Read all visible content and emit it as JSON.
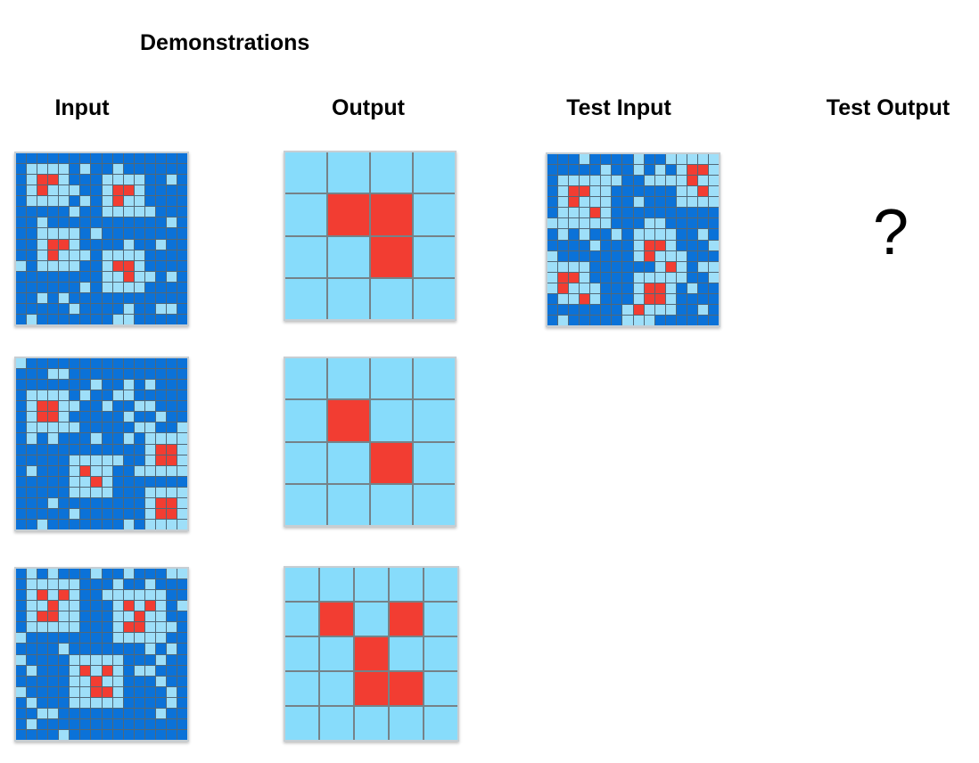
{
  "title": "Demonstrations",
  "column_headers": {
    "input": "Input",
    "output": "Output",
    "test_input": "Test Input",
    "test_output": "Test Output"
  },
  "test_output_placeholder": "?",
  "colors": {
    "dark_blue": "#0b72d8",
    "light_blue": "#9edff9",
    "output_light_blue": "#87dcfb",
    "red": "#f23d32",
    "input_grid_line": "#516878",
    "output_grid_line": "#758288",
    "grid_border": "#c6ced3"
  },
  "legend": {
    "0": "background",
    "1": "light-blue",
    "2": "red"
  },
  "grids": {
    "demo1_input": {
      "type": "input",
      "rows": [
        "0000000000000000",
        "0111101001000000",
        "0122100011110010",
        "0121110012210000",
        "0111101012110000",
        "0000010011111000",
        "0010000000000010",
        "0011110100000000",
        "0012210000100100",
        "0012111011110000",
        "1011110012210000",
        "0000000011211010",
        "0000001011110000",
        "0010100000000000",
        "0000010000100110",
        "0100000001100000"
      ]
    },
    "demo1_output": {
      "type": "output",
      "rows": [
        "0000",
        "0220",
        "0020",
        "0000"
      ]
    },
    "demo2_input": {
      "type": "input",
      "rows": [
        "1000000000000000",
        "0001100000000000",
        "0000000100101000",
        "0111101001100000",
        "0122110010011000",
        "0122100000100100",
        "0111110000011001",
        "0101000100101111",
        "0000000000001221",
        "0000011111001221",
        "0100012110011111",
        "0000011210000000",
        "0000011110001111",
        "0001000000001221",
        "0000010000001221",
        "0010000000101111"
      ]
    },
    "demo2_output": {
      "type": "output",
      "rows": [
        "0000",
        "0200",
        "0020",
        "0000"
      ]
    },
    "demo3_input": {
      "type": "input",
      "rows": [
        "0101000100100011",
        "0111110001001000",
        "0121210011111100",
        "0112110001212101",
        "0122110001121100",
        "0111110001221110",
        "1000000001111100",
        "0000100000001010",
        "1000011111000100",
        "0100012121011000",
        "0000011211000100",
        "1000011221000010",
        "0100011111000010",
        "0011000000000100",
        "0100000000000000",
        "0000100000000000"
      ]
    },
    "demo3_output": {
      "type": "output",
      "rows": [
        "00000",
        "02020",
        "00200",
        "00220",
        "00000"
      ]
    },
    "test_input": {
      "type": "input",
      "rows": [
        "0001000010011111",
        "0000010010101221",
        "0111111001111211",
        "0122110000001121",
        "0121110010001111",
        "0111210000000000",
        "1111110001100000",
        "0101001011110010",
        "0000100012210001",
        "1000000012111000",
        "1111000000121011",
        "1221000011111001",
        "1211100012210100",
        "0112100012210000",
        "0000000121110010",
        "0100000111000000"
      ]
    }
  }
}
